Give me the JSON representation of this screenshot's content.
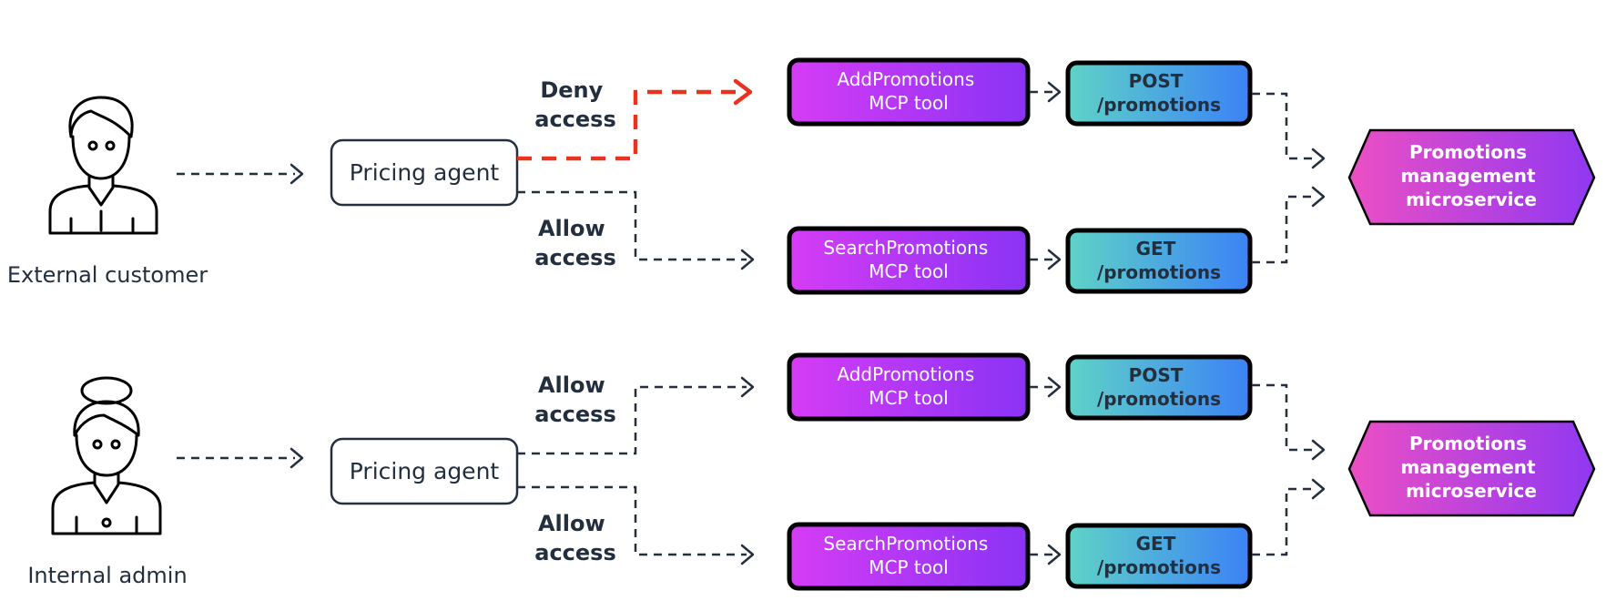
{
  "rows": [
    {
      "person": "External customer",
      "agent": "Pricing agent",
      "top_decision": [
        "Deny",
        "access"
      ],
      "bottom_decision": [
        "Allow",
        "access"
      ],
      "top_tool": [
        "AddPromotions",
        "MCP tool"
      ],
      "top_api": [
        "POST",
        "/promotions"
      ],
      "bottom_tool": [
        "SearchPromotions",
        "MCP tool"
      ],
      "bottom_api": [
        "GET",
        "/promotions"
      ],
      "service": [
        "Promotions",
        "management",
        "microservice"
      ]
    },
    {
      "person": "Internal admin",
      "agent": "Pricing agent",
      "top_decision": [
        "Allow",
        "access"
      ],
      "bottom_decision": [
        "Allow",
        "access"
      ],
      "top_tool": [
        "AddPromotions",
        "MCP tool"
      ],
      "top_api": [
        "POST",
        "/promotions"
      ],
      "bottom_tool": [
        "SearchPromotions",
        "MCP tool"
      ],
      "bottom_api": [
        "GET",
        "/promotions"
      ],
      "service": [
        "Promotions",
        "management",
        "microservice"
      ]
    }
  ],
  "colors": {
    "deny": "#e8331f",
    "tool_gradient": [
      "#d63cf6",
      "#8a33f5"
    ],
    "api_gradient": [
      "#5fd3c7",
      "#3b82f6"
    ],
    "service_gradient": [
      "#ec4fc4",
      "#9038f2"
    ],
    "text": "#232f3e"
  },
  "icons": {
    "external_customer": "person-short-hair-icon",
    "internal_admin": "person-bun-hair-icon"
  }
}
